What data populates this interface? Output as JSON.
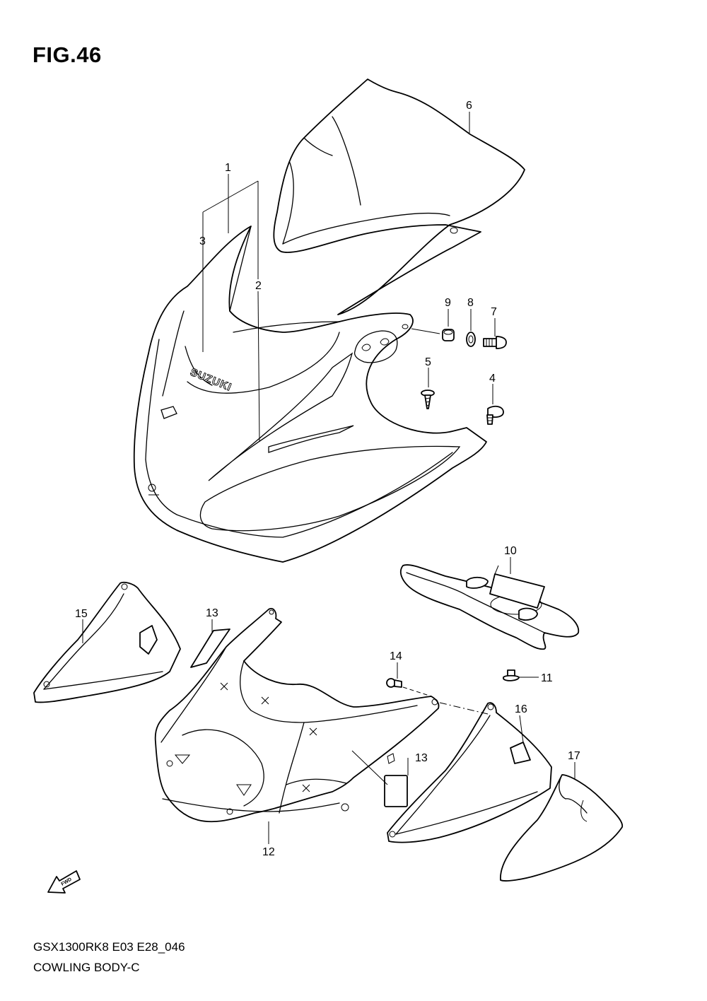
{
  "figure": {
    "title": "FIG.46",
    "model_code": "GSX1300RK8 E03 E28_046",
    "diagram_name": "COWLING BODY-C"
  },
  "logo_text": "SUZUKI",
  "fwd_label": "FWD",
  "callouts": {
    "c1": "1",
    "c2": "2",
    "c3": "3",
    "c4": "4",
    "c5": "5",
    "c6": "6",
    "c7": "7",
    "c8": "8",
    "c9": "9",
    "c10": "10",
    "c11": "11",
    "c12": "12",
    "c13a": "13",
    "c13b": "13",
    "c14": "14",
    "c15": "15",
    "c16": "16",
    "c17": "17"
  }
}
